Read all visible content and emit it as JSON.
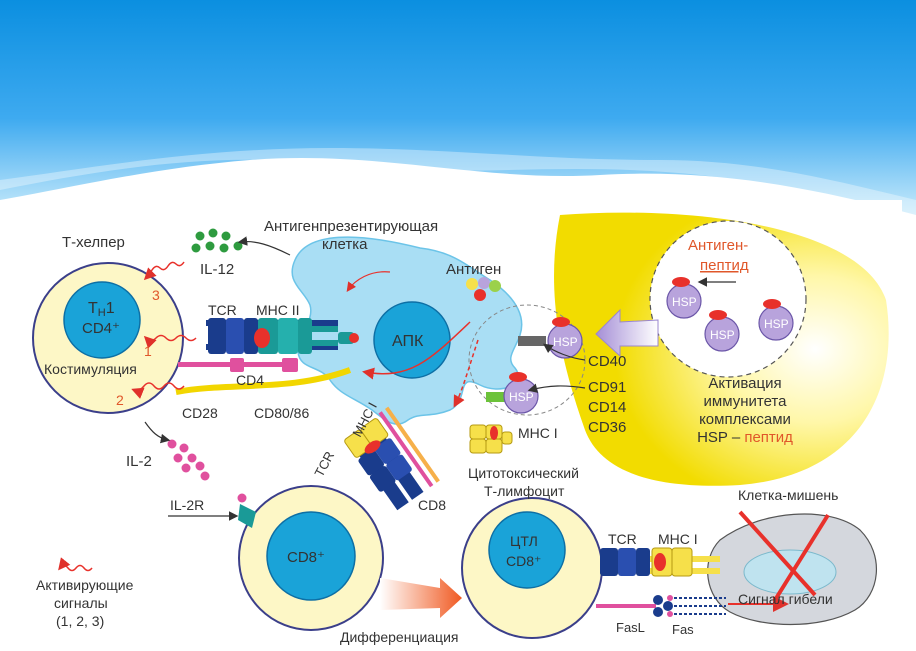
{
  "slide": {
    "header_color_top": "#0b8fe0",
    "header_color_bottom": "#bfe6fb"
  },
  "diagram": {
    "title": "Антигенпрезентирующая",
    "title_line2": "клетка",
    "t_helper": "Т-хелпер",
    "th1_line1": "Т",
    "th1_sub": "Н",
    "th1_suffix": "1",
    "cd4plus": "CD4⁺",
    "costim": "Костимуляция",
    "il12": "IL-12",
    "il2": "IL-2",
    "il2r": "IL-2R",
    "tcr_top": "TCR",
    "mhc2": "MHC II",
    "cd4": "CD4",
    "cd28": "CD28",
    "cd80": "CD80/86",
    "apc": "АПК",
    "antigen": "Антиген",
    "hsp": "HSP",
    "cd40": "CD40",
    "cd91": "CD91",
    "cd14": "CD14",
    "cd36": "CD36",
    "mhc1_right": "MHC I",
    "antigen_peptide_1": "Антиген-",
    "antigen_peptide_2": "пептид",
    "activation_1": "Активация",
    "activation_2": "иммунитета",
    "activation_3": "комплексами",
    "activation_4a": "HSP – ",
    "activation_4b": "пептид",
    "tcr_mid": "TCR",
    "mhc1_mid": "MHC I",
    "cd8": "CD8",
    "cytotoxic_1": "Цитотоксический",
    "cytotoxic_2": "Т-лимфоцит",
    "cd8plus": "CD8⁺",
    "ctl": "ЦТЛ",
    "tcr_low": "TCR",
    "mhc1_low": "MHC I",
    "target": "Клетка-мишень",
    "death": "Сигнал гибели",
    "fasl": "FasL",
    "fas": "Fas",
    "differentiation": "Дифференциация",
    "legend_1": "Активирующие",
    "legend_2": "сигналы",
    "legend_3": "(1, 2, 3)",
    "sig1": "1",
    "sig2": "2",
    "sig3": "3",
    "colors": {
      "cell_fill": "#fdf7c6",
      "nucleus": "#1aa3d8",
      "apc_body": "#a9def4",
      "navy": "#1a3c8c",
      "teal": "#1a9a97",
      "yellow": "#f6e04a",
      "red": "#e8312b",
      "pink": "#e0509e",
      "green": "#2e9b3f",
      "orange_text": "#e0572a",
      "lavender": "#b8a3dc"
    }
  }
}
